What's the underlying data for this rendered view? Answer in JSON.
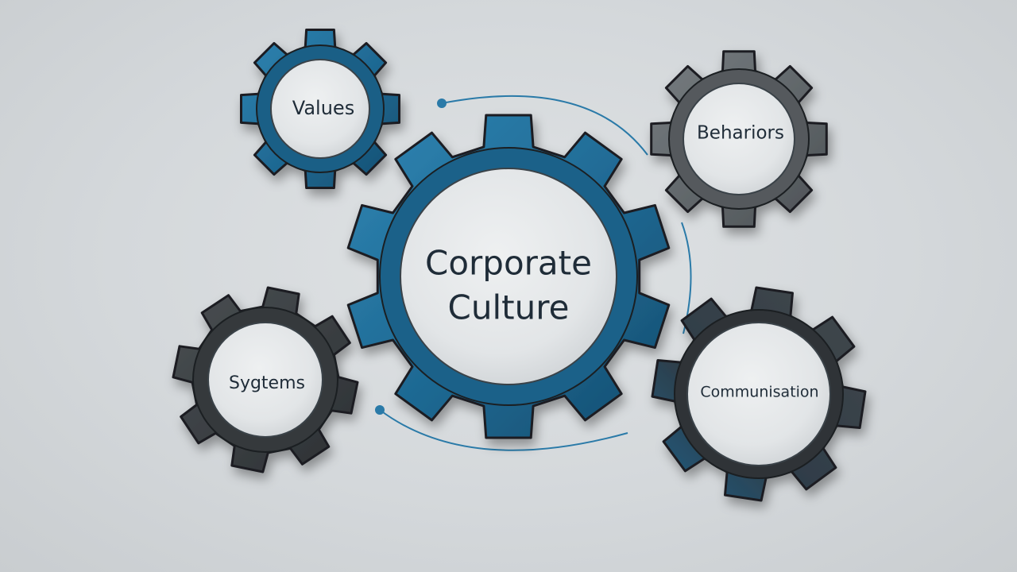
{
  "diagram": {
    "center": {
      "line1": "Corporate",
      "line2": "Culture"
    },
    "gears": {
      "values": {
        "label": "Values",
        "color": "#1f6d97"
      },
      "behaviors": {
        "label": "Behariors",
        "color": "#5e6468"
      },
      "systems": {
        "label": "Sygtems",
        "color": "#3b3f43"
      },
      "communication": {
        "label": "Communisation",
        "color": "#3d4246"
      }
    },
    "center_color": "#1e6892",
    "connector_color": "#2a7aa8"
  }
}
